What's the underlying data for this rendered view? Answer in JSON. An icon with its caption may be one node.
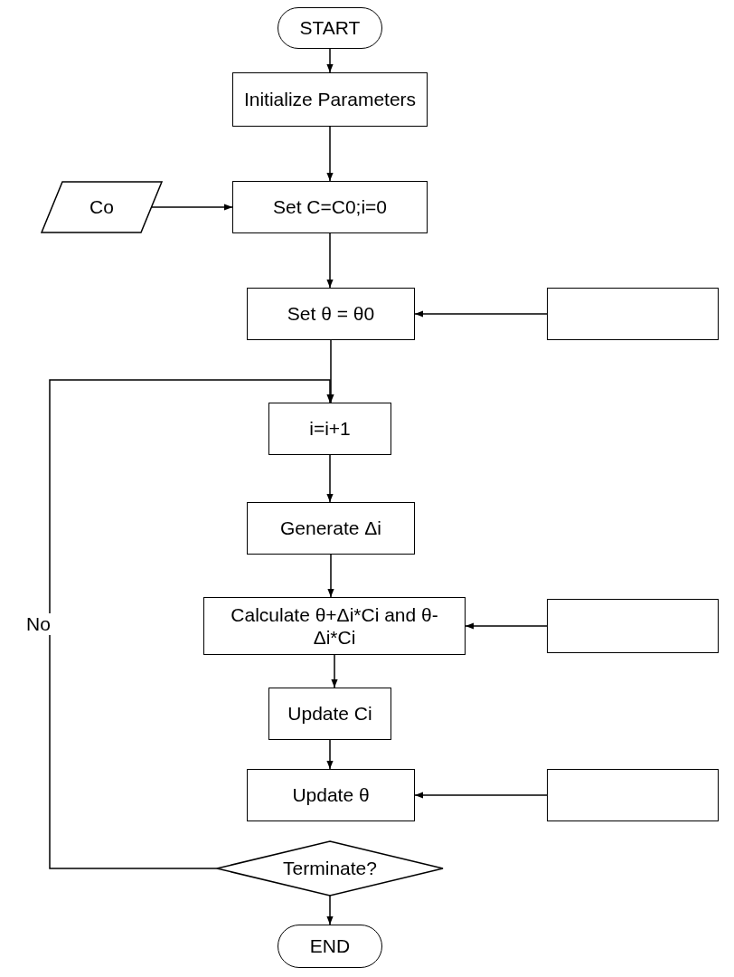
{
  "diagram": {
    "nodes": [
      {
        "text": [
          "START"
        ]
      },
      {
        "text": [
          "Initialize Parameters"
        ]
      },
      {
        "text": [
          "Co"
        ]
      },
      {
        "text": [
          "Set C=C0;i=0"
        ]
      },
      {
        "text": [
          "Set θ = θ0"
        ]
      },
      {
        "text": [],
        "shape": "box"
      },
      {
        "text": [
          "i=i+1"
        ]
      },
      {
        "text": [
          "Generate Δi"
        ]
      },
      {
        "text": [
          "Calculate θ+Δi*Ci and θ- Δi*Ci"
        ]
      },
      {
        "text": [],
        "shape": "box"
      },
      {
        "text": [
          "Update Ci"
        ]
      },
      {
        "text": [
          "Update θ"
        ]
      },
      {
        "text": [],
        "shape": "box"
      },
      {
        "text": [
          "Terminate?"
        ]
      },
      {
        "text": [
          "END"
        ]
      }
    ],
    "edges": [
      {
        "from": 0,
        "to": 1,
        "arrow": "to"
      },
      {
        "from": 1,
        "to": 3,
        "arrow": "to"
      },
      {
        "from": 2,
        "to": 3,
        "arrow": "to"
      },
      {
        "from": 3,
        "to": 4,
        "arrow": "to"
      },
      {
        "from": 5,
        "to": 4,
        "arrow": "to"
      },
      {
        "from": 4,
        "to": 6,
        "arrow": "to"
      },
      {
        "from": 6,
        "to": 7,
        "arrow": "to"
      },
      {
        "from": 7,
        "to": 8,
        "arrow": "to"
      },
      {
        "from": 9,
        "to": 8,
        "arrow": "to"
      },
      {
        "from": 8,
        "to": 10,
        "arrow": "to"
      },
      {
        "from": 10,
        "to": 11,
        "arrow": "to"
      },
      {
        "from": 12,
        "to": 11,
        "arrow": "to"
      },
      {
        "from": 13,
        "to": 6,
        "arrow": "to",
        "label": "No"
      },
      {
        "from": 13,
        "to": 14,
        "arrow": "to"
      }
    ]
  }
}
